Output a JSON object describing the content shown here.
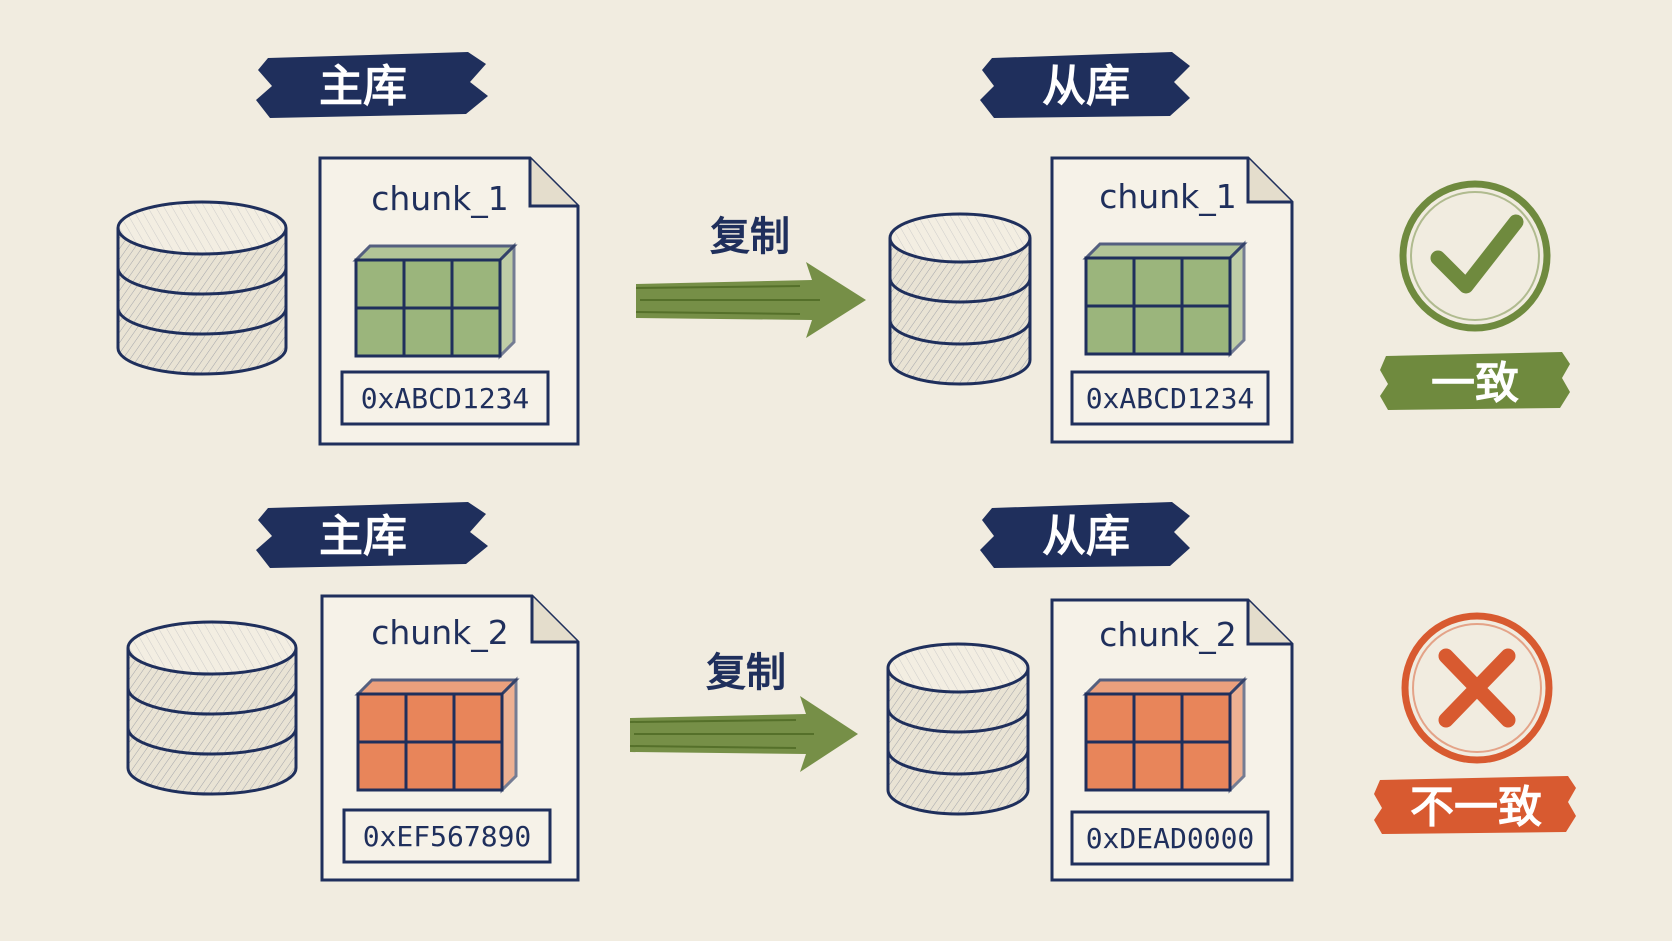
{
  "colors": {
    "ink": "#1f2f5c",
    "paper": "#f1ece0",
    "consistent": "#6f8a3e",
    "cube_consistent": "#9bb57c",
    "inconsistent": "#d85a30",
    "cube_inconsistent": "#e8855a"
  },
  "rows": [
    {
      "master_label": "主库",
      "replica_label": "从库",
      "copy_label": "复制",
      "master_chunk": "chunk_1",
      "replica_chunk": "chunk_1",
      "master_hash": "0xABCD1234",
      "replica_hash": "0xABCD1234",
      "status_label": "一致",
      "status_icon": "check-icon",
      "status": "consistent"
    },
    {
      "master_label": "主库",
      "replica_label": "从库",
      "copy_label": "复制",
      "master_chunk": "chunk_2",
      "replica_chunk": "chunk_2",
      "master_hash": "0xEF567890",
      "replica_hash": "0xDEAD0000",
      "status_label": "不一致",
      "status_icon": "cross-icon",
      "status": "inconsistent"
    }
  ]
}
